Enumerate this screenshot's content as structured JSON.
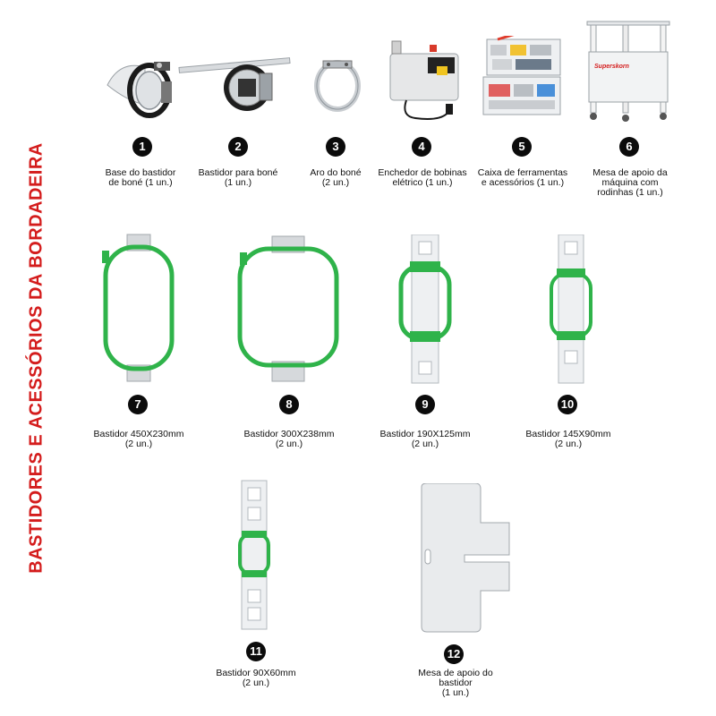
{
  "title": "BASTIDORES E ACESSÓRIOS DA BORDADEIRA",
  "colors": {
    "title": "#d41c1c",
    "hoop_green": "#2fb34a",
    "metal": "#cfd3d6"
  },
  "items": [
    {
      "number": "1",
      "line1": "Base do bastidor",
      "line2": "de boné (1 un.)",
      "line3": "",
      "icon": "cap-hoop-base-icon"
    },
    {
      "number": "2",
      "line1": "Bastidor para boné",
      "line2": "(1 un.)",
      "line3": "",
      "icon": "cap-hoop-icon"
    },
    {
      "number": "3",
      "line1": "Aro do boné",
      "line2": "(2 un.)",
      "line3": "",
      "icon": "cap-ring-icon"
    },
    {
      "number": "4",
      "line1": "Enchedor de bobinas",
      "line2": "elétrico (1 un.)",
      "line3": "",
      "icon": "bobbin-winder-icon"
    },
    {
      "number": "5",
      "line1": "Caixa de ferramentas",
      "line2": "e acessórios (1 un.)",
      "line3": "",
      "icon": "toolbox-icon"
    },
    {
      "number": "6",
      "line1": "Mesa de apoio da",
      "line2": "máquina com",
      "line3": "rodinhas (1 un.)",
      "icon": "machine-stand-icon",
      "brand": "Superskorn"
    },
    {
      "number": "7",
      "line1": "Bastidor 450X230mm",
      "line2": "(2 un.)",
      "line3": "",
      "icon": "hoop-450x230-icon"
    },
    {
      "number": "8",
      "line1": "Bastidor 300X238mm",
      "line2": "(2 un.)",
      "line3": "",
      "icon": "hoop-300x238-icon"
    },
    {
      "number": "9",
      "line1": "Bastidor 190X125mm",
      "line2": "(2 un.)",
      "line3": "",
      "icon": "hoop-190x125-icon"
    },
    {
      "number": "10",
      "line1": "Bastidor 145X90mm",
      "line2": "(2 un.)",
      "line3": "",
      "icon": "hoop-145x90-icon"
    },
    {
      "number": "11",
      "line1": "Bastidor 90X60mm",
      "line2": "(2 un.)",
      "line3": "",
      "icon": "hoop-90x60-icon"
    },
    {
      "number": "12",
      "line1": "Mesa de apoio do",
      "line2": "bastidor",
      "line3": "(1 un.)",
      "icon": "hoop-support-table-icon"
    }
  ]
}
